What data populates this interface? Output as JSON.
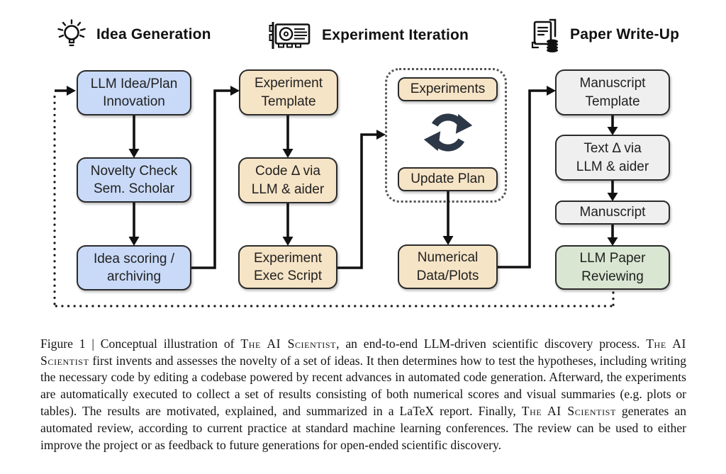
{
  "sections": [
    {
      "label": "Idea Generation",
      "icon": "lightbulb-icon"
    },
    {
      "label": "Experiment Iteration",
      "icon": "gpu-icon"
    },
    {
      "label": "Paper Write-Up",
      "icon": "paper-stack-icon"
    }
  ],
  "boxes": {
    "llm_idea": "LLM Idea/Plan\nInnovation",
    "novelty_check": "Novelty Check\nSem. Scholar",
    "idea_scoring": "Idea scoring /\narchiving",
    "experiment_template": "Experiment\nTemplate",
    "code_delta": "Code Δ via\nLLM & aider",
    "experiment_exec": "Experiment\nExec Script",
    "experiments": "Experiments",
    "update_plan": "Update Plan",
    "numerical_data": "Numerical\nData/Plots",
    "manuscript_template": "Manuscript\nTemplate",
    "text_delta": "Text Δ via\nLLM & aider",
    "manuscript": "Manuscript",
    "llm_paper_reviewing": "LLM Paper\nReviewing"
  },
  "colors": {
    "idea": "#c9daf8",
    "experiment": "#f6e4c6",
    "writeup": "#efefef",
    "review": "#d9e7d2",
    "line": "#111111",
    "cycle": "#2c3747"
  },
  "caption": {
    "segments": [
      {
        "text": "Figure 1 | Conceptual illustration of ",
        "style": "normal"
      },
      {
        "text": "The AI Scientist",
        "style": "smallcaps"
      },
      {
        "text": ", an end-to-end LLM-driven scientific discovery process. ",
        "style": "normal"
      },
      {
        "text": "The AI Scientist",
        "style": "smallcaps"
      },
      {
        "text": " first invents and assesses the novelty of a set of ideas. It then determines how to test the hypotheses, including writing the necessary code by editing a codebase powered by recent advances in automated code generation. Afterward, the experiments are automatically executed to collect a set of results consisting of both numerical scores and visual summaries (e.g. plots or tables). The results are motivated, explained, and summarized in a LaTeX report. Finally, ",
        "style": "normal"
      },
      {
        "text": "The AI Scientist",
        "style": "smallcaps"
      },
      {
        "text": " generates an automated review, according to current practice at standard machine learning conferences. The review can be used to either improve the project or as feedback to future generations for open-ended scientific discovery.",
        "style": "normal"
      }
    ]
  }
}
